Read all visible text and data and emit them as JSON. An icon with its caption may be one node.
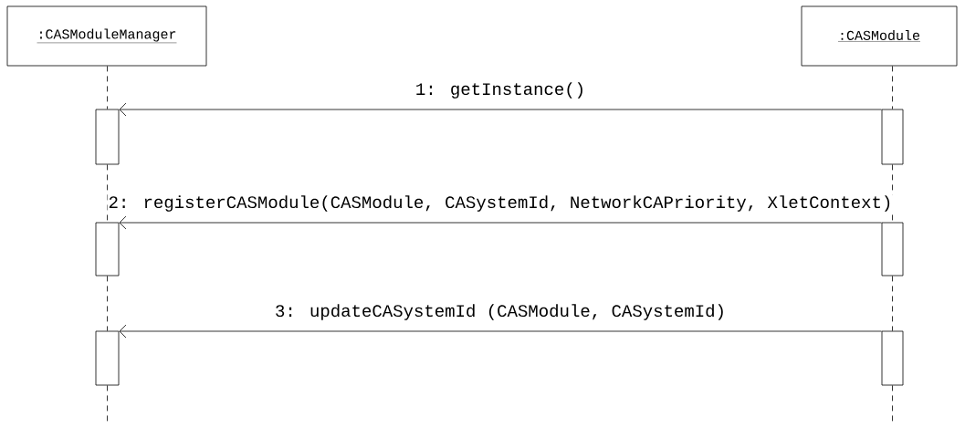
{
  "diagram": {
    "nodes": [
      {
        "text": [
          ":CASModuleManager"
        ]
      },
      {
        "text": [
          ":CASModule"
        ]
      },
      {
        "text": [],
        "shape": "bar"
      },
      {
        "text": [],
        "shape": "bar"
      },
      {
        "text": [],
        "shape": "bar"
      },
      {
        "text": [],
        "shape": "bar"
      },
      {
        "text": [],
        "shape": "bar"
      },
      {
        "text": [],
        "shape": "bar"
      }
    ],
    "edges": [
      {
        "from": 3,
        "to": 2,
        "arrow": "to",
        "label": "1: getInstance()"
      },
      {
        "from": 5,
        "to": 4,
        "arrow": "to",
        "label": "2: registerCASModule(CASModule, CASystemId, NetworkCAPriority, XletContext)"
      },
      {
        "from": 7,
        "to": 6,
        "arrow": "to",
        "label": "3: updateCASystemId (CASModule, CASystemId)"
      },
      {
        "from": 0,
        "to": 2,
        "arrow": "none",
        "style": "dashed"
      },
      {
        "from": 2,
        "to": 4,
        "arrow": "none",
        "style": "dashed"
      },
      {
        "from": 4,
        "to": 6,
        "arrow": "none",
        "style": "dashed"
      },
      {
        "from": 6,
        "to": null,
        "arrow": "none",
        "style": "dashed"
      },
      {
        "from": 1,
        "to": 3,
        "arrow": "none",
        "style": "dashed"
      },
      {
        "from": 3,
        "to": 5,
        "arrow": "none",
        "style": "dashed"
      },
      {
        "from": 5,
        "to": 7,
        "arrow": "none",
        "style": "dashed"
      },
      {
        "from": 7,
        "to": null,
        "arrow": "none",
        "style": "dashed"
      }
    ]
  }
}
